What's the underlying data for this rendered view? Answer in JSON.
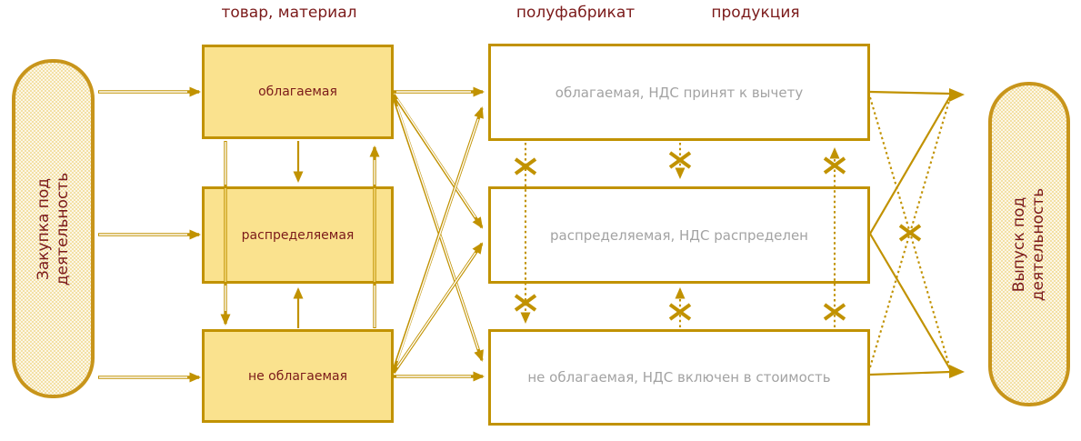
{
  "diagram_title": "",
  "headers": {
    "material": "товар, материал",
    "semifinished": "полуфабрикат",
    "production": "продукция"
  },
  "left_pill": {
    "label": "Закупка под\nдеятельность"
  },
  "right_pill": {
    "label": "Выпуск под\nдеятельность"
  },
  "material_boxes": [
    {
      "id": "m1",
      "label": "облагаемая"
    },
    {
      "id": "m2",
      "label": "распределяемая"
    },
    {
      "id": "m3",
      "label": "не облагаемая"
    }
  ],
  "product_boxes": [
    {
      "id": "p1",
      "label": "облагаемая, НДС принят к вычету"
    },
    {
      "id": "p2",
      "label": "распределяемая, НДС распределен"
    },
    {
      "id": "p3",
      "label": "не облагаемая, НДС включен в стоимость"
    }
  ],
  "edges": [
    {
      "from": "purchase",
      "to": "m1",
      "style": "solid-double",
      "blocked": false
    },
    {
      "from": "purchase",
      "to": "m2",
      "style": "solid-double",
      "blocked": false
    },
    {
      "from": "purchase",
      "to": "m3",
      "style": "solid-double",
      "blocked": false
    },
    {
      "from": "m1",
      "to": "m3",
      "style": "solid-double",
      "blocked": false
    },
    {
      "from": "m3",
      "to": "m1",
      "style": "solid-double",
      "blocked": false
    },
    {
      "from": "m1",
      "to": "m2",
      "style": "solid",
      "blocked": false
    },
    {
      "from": "m3",
      "to": "m2",
      "style": "solid",
      "blocked": false
    },
    {
      "from": "m1",
      "to": "p1",
      "style": "solid-double",
      "blocked": false
    },
    {
      "from": "m1",
      "to": "p2",
      "style": "solid-double",
      "blocked": false
    },
    {
      "from": "m1",
      "to": "p3",
      "style": "solid-double",
      "blocked": false
    },
    {
      "from": "m3",
      "to": "p1",
      "style": "solid-double",
      "blocked": false
    },
    {
      "from": "m3",
      "to": "p2",
      "style": "solid-double",
      "blocked": false
    },
    {
      "from": "m3",
      "to": "p3",
      "style": "solid-double",
      "blocked": false
    },
    {
      "from": "p1",
      "to": "p3",
      "style": "dotted",
      "blocked": true
    },
    {
      "from": "p3",
      "to": "p1",
      "style": "dotted",
      "blocked": true
    },
    {
      "from": "p1",
      "to": "p2",
      "style": "dotted",
      "blocked": true
    },
    {
      "from": "p3",
      "to": "p2",
      "style": "dotted",
      "blocked": true
    },
    {
      "from": "p1",
      "to": "output",
      "style": "solid",
      "blocked": false
    },
    {
      "from": "p2",
      "to": "output",
      "style": "solid",
      "blocked": false
    },
    {
      "from": "p3",
      "to": "output",
      "style": "solid",
      "blocked": false
    },
    {
      "from": "p1",
      "to": "output",
      "style": "dotted",
      "blocked": true
    },
    {
      "from": "p3",
      "to": "output",
      "style": "dotted",
      "blocked": true
    }
  ],
  "colors": {
    "accent_gold": "#C19200",
    "yellow_fill": "#FAE28E",
    "pill_fill": "#F3E0A4",
    "maroon_text": "#7B1A1A",
    "gray_text": "#A3A3A3",
    "background": "#FFFFFF"
  }
}
